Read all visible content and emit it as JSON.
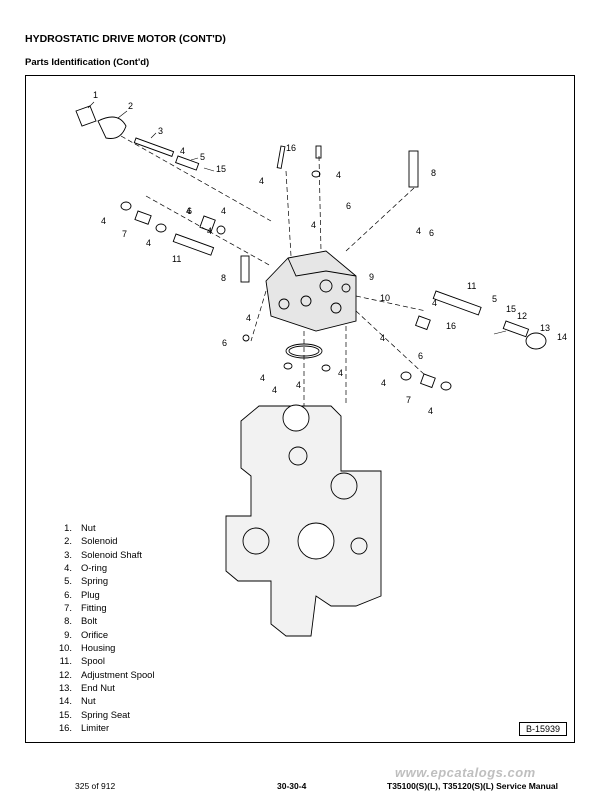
{
  "header": {
    "title": "HYDROSTATIC DRIVE MOTOR (CONT'D)",
    "subtitle": "Parts Identification (Cont'd)"
  },
  "parts": [
    {
      "num": "1.",
      "name": "Nut"
    },
    {
      "num": "2.",
      "name": "Solenoid"
    },
    {
      "num": "3.",
      "name": "Solenoid Shaft"
    },
    {
      "num": "4.",
      "name": "O-ring"
    },
    {
      "num": "5.",
      "name": "Spring"
    },
    {
      "num": "6.",
      "name": "Plug"
    },
    {
      "num": "7.",
      "name": "Fitting"
    },
    {
      "num": "8.",
      "name": "Bolt"
    },
    {
      "num": "9.",
      "name": "Orifice"
    },
    {
      "num": "10.",
      "name": "Housing"
    },
    {
      "num": "11.",
      "name": "Spool"
    },
    {
      "num": "12.",
      "name": "Adjustment Spool"
    },
    {
      "num": "13.",
      "name": "End Nut"
    },
    {
      "num": "14.",
      "name": "Nut"
    },
    {
      "num": "15.",
      "name": "Spring Seat"
    },
    {
      "num": "16.",
      "name": "Limiter"
    }
  ],
  "callouts": [
    "1",
    "2",
    "3",
    "4",
    "5",
    "15",
    "16",
    "4",
    "4",
    "8",
    "6",
    "4",
    "4",
    "7",
    "4",
    "4",
    "11",
    "4",
    "4",
    "6",
    "4",
    "6",
    "9",
    "8",
    "10",
    "11",
    "4",
    "15",
    "5",
    "12",
    "13",
    "14",
    "16",
    "4",
    "6",
    "4",
    "6",
    "4",
    "4",
    "4",
    "4",
    "4",
    "7",
    "4"
  ],
  "figure_ref": "B-15939",
  "footer": {
    "page": "325 of 912",
    "section": "30-30-4",
    "manual": "T35100(S)(L), T35120(S)(L) Service Manual",
    "watermark": "www.epcatalogs.com"
  }
}
